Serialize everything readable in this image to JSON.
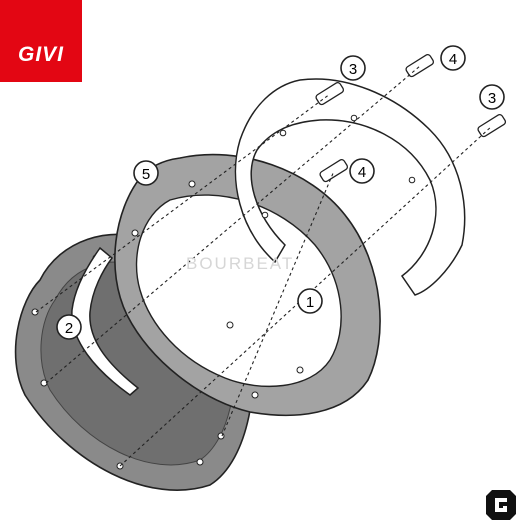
{
  "brand": {
    "logo_text": "GIVI",
    "logo_color": "#e30613"
  },
  "watermark": {
    "text": "BOURBEAT",
    "color": "#d6d6d6"
  },
  "callouts": [
    "1",
    "2",
    "3",
    "3",
    "4",
    "4",
    "5"
  ],
  "parts": [
    {
      "label": "1",
      "part": "outer-mounting-plate"
    },
    {
      "label": "2",
      "part": "inner-flange-segment"
    },
    {
      "label": "3",
      "part": "long-screw"
    },
    {
      "label": "4",
      "part": "short-screw"
    },
    {
      "label": "5",
      "part": "tanklock-ring"
    }
  ],
  "corner_badge_icon": "corner-brand-badge-icon",
  "colors": {
    "line": "#222222",
    "part_fill": "#ffffff",
    "ring_fill": "#9a9a9a",
    "plate_fill": "#868686"
  }
}
